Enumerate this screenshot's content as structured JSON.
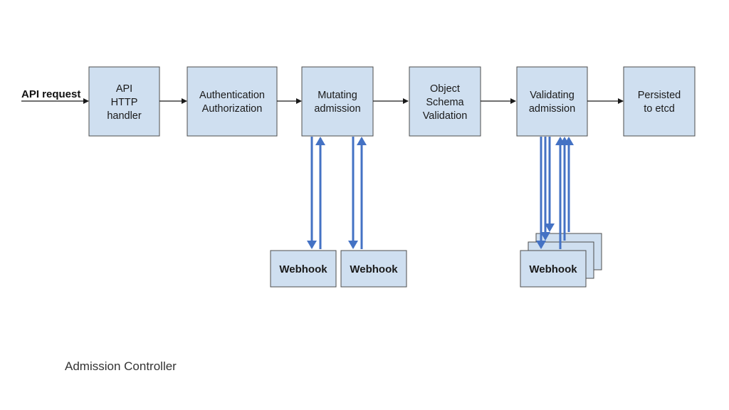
{
  "diagram": {
    "input_label": "API request",
    "stages": [
      {
        "lines": [
          "API",
          "HTTP",
          "handler"
        ]
      },
      {
        "lines": [
          "Authentication",
          "Authorization"
        ]
      },
      {
        "lines": [
          "Mutating",
          "admission"
        ]
      },
      {
        "lines": [
          "Object",
          "Schema",
          "Validation"
        ]
      },
      {
        "lines": [
          "Validating",
          "admission"
        ]
      },
      {
        "lines": [
          "Persisted",
          "to etcd"
        ]
      }
    ],
    "webhooks": {
      "mutating_1": "Webhook",
      "mutating_2": "Webhook",
      "validating": "Webhook"
    },
    "colors": {
      "box_fill": "#cfdff0",
      "arrow_blue": "#4472c4"
    }
  },
  "caption": "Admission Controller"
}
